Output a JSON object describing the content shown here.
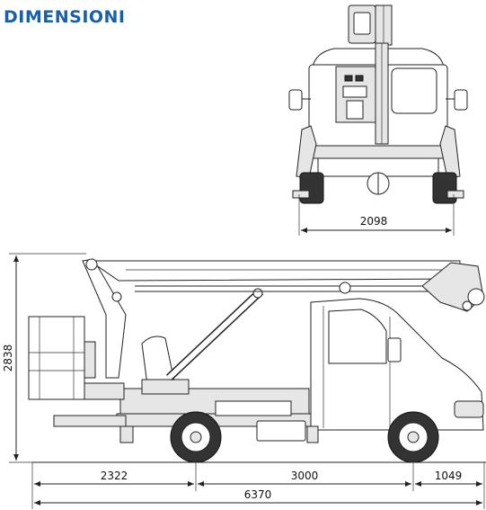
{
  "title": "DIMENSIONI",
  "colors": {
    "title": "#1a5fa8",
    "line": "#222222"
  },
  "dimensions": {
    "front_width": "2098",
    "height": "2838",
    "rear_overhang": "2322",
    "wheelbase": "3000",
    "front_overhang": "1049",
    "total_length": "6370"
  }
}
